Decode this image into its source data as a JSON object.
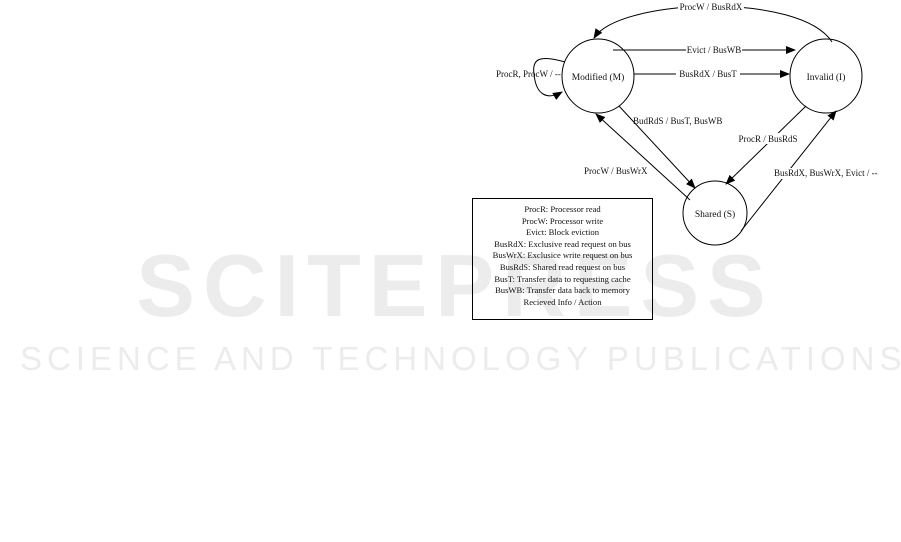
{
  "watermark": {
    "main": "SCITEPRESS",
    "sub": "SCIENCE AND TECHNOLOGY PUBLICATIONS"
  },
  "states": {
    "modified": "Modified (M)",
    "invalid": "Invalid (I)",
    "shared": "Shared (S)"
  },
  "transitions": {
    "i_to_m_top": "ProcW / BusRdX",
    "m_to_i_evict": "Evict / BusWB",
    "m_to_i_busrdx": "BusRdX / BusT",
    "m_self": "ProcR, ProcW / --",
    "m_to_s": "BudRdS / BusT, BusWB",
    "i_to_s": "ProcR / BusRdS",
    "s_to_m": "ProcW / BusWrX",
    "s_to_i": "BusRdX, BusWrX, Evict / --"
  },
  "legend": [
    "ProcR: Processor read",
    "ProcW: Processor write",
    "Evict: Block eviction",
    "BusRdX: Exclusive read request on bus",
    "BusWrX: Exclusice write request on bus",
    "BusRdS: Shared read request on bus",
    "BusT: Transfer data to requesting cache",
    "BusWB: Transfer data back to memory",
    "Recieved Info / Action"
  ]
}
